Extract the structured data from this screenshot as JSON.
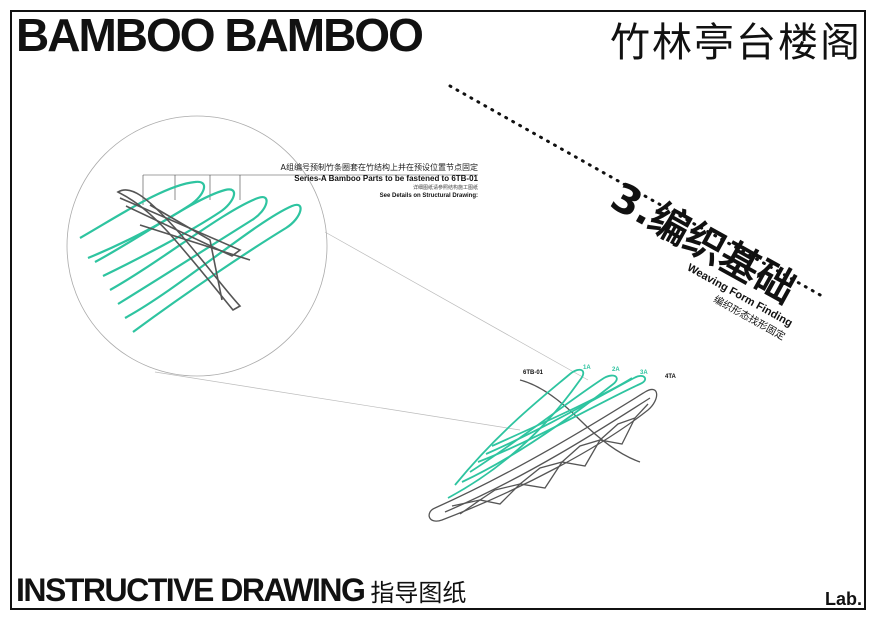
{
  "header": {
    "title_en": "BAMBOO BAMBOO",
    "title_cn": "竹林亭台楼阁"
  },
  "section": {
    "title": "3.编织基础",
    "subtitle_en": "Weaving Form Finding",
    "subtitle_cn": "编织形态找形固定"
  },
  "annotation": {
    "line1_cn": "A组编号预制竹条圈套在竹结构上并在预设位置节点固定",
    "line2_en": "Series-A Bamboo Parts to be fastened to 6TB-01",
    "line3_cn": "详细图纸请参照结构施工图纸",
    "line4_en": "See Details on Structural Drawing:"
  },
  "labels": {
    "part_6tb": "6TB-01",
    "part_1a": "1A",
    "part_2a": "2A",
    "part_3a": "3A",
    "part_4ta": "4TA"
  },
  "footer": {
    "title_en": "INSTRUCTIVE DRAWING",
    "title_cn": "指导图纸",
    "logo": "Lab."
  },
  "colors": {
    "accent": "#2ec4a0",
    "ink": "#111111",
    "structure": "#555555"
  }
}
